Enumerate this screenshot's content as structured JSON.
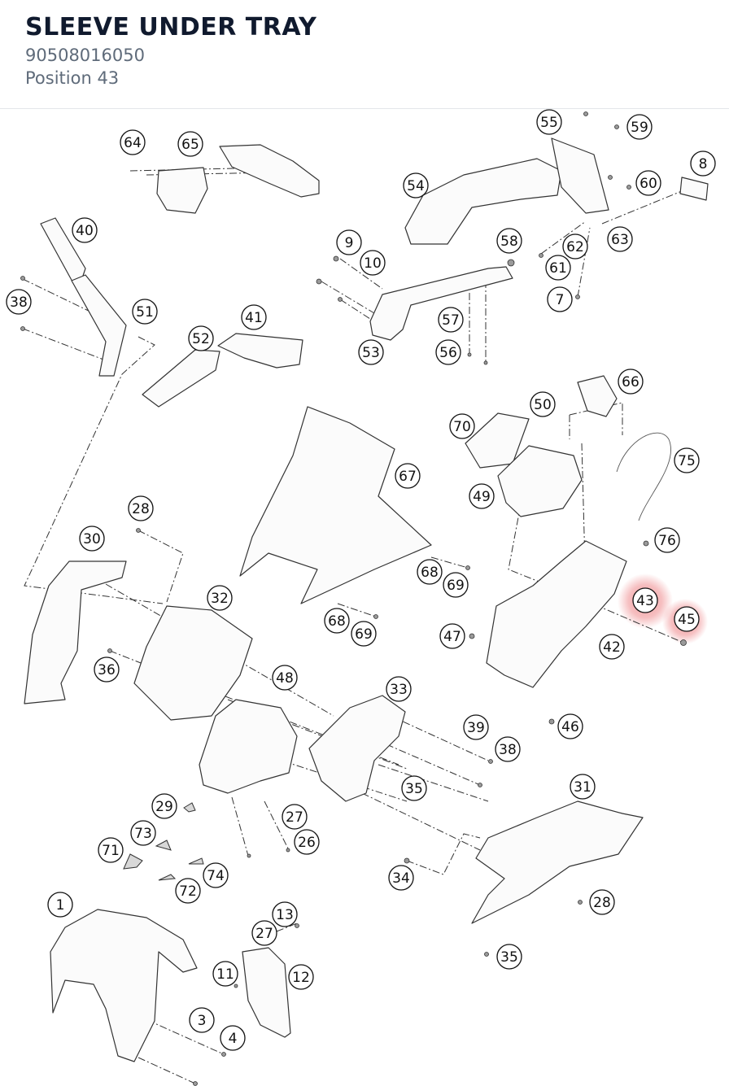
{
  "header": {
    "title": "SLEEVE UNDER TRAY",
    "part_number": "90508016050",
    "position_label": "Position 43"
  },
  "highlight": {
    "color": "#e5484d",
    "positions": [
      "43",
      "45"
    ]
  },
  "callouts": [
    {
      "id": "1",
      "name": "callout-1"
    },
    {
      "id": "3",
      "name": "callout-3"
    },
    {
      "id": "4",
      "name": "callout-4"
    },
    {
      "id": "7",
      "name": "callout-7"
    },
    {
      "id": "8",
      "name": "callout-8"
    },
    {
      "id": "9",
      "name": "callout-9"
    },
    {
      "id": "10",
      "name": "callout-10"
    },
    {
      "id": "11",
      "name": "callout-11"
    },
    {
      "id": "12",
      "name": "callout-12"
    },
    {
      "id": "13",
      "name": "callout-13"
    },
    {
      "id": "26",
      "name": "callout-26"
    },
    {
      "id": "27",
      "name": "callout-27-a"
    },
    {
      "id": "27",
      "name": "callout-27-b"
    },
    {
      "id": "28",
      "name": "callout-28-a"
    },
    {
      "id": "28",
      "name": "callout-28-b"
    },
    {
      "id": "29",
      "name": "callout-29"
    },
    {
      "id": "30",
      "name": "callout-30"
    },
    {
      "id": "31",
      "name": "callout-31"
    },
    {
      "id": "32",
      "name": "callout-32"
    },
    {
      "id": "33",
      "name": "callout-33"
    },
    {
      "id": "34",
      "name": "callout-34"
    },
    {
      "id": "35",
      "name": "callout-35-a"
    },
    {
      "id": "35",
      "name": "callout-35-b"
    },
    {
      "id": "36",
      "name": "callout-36"
    },
    {
      "id": "38",
      "name": "callout-38-a"
    },
    {
      "id": "38",
      "name": "callout-38-b"
    },
    {
      "id": "39",
      "name": "callout-39"
    },
    {
      "id": "40",
      "name": "callout-40"
    },
    {
      "id": "41",
      "name": "callout-41"
    },
    {
      "id": "42",
      "name": "callout-42"
    },
    {
      "id": "43",
      "name": "callout-43"
    },
    {
      "id": "45",
      "name": "callout-45"
    },
    {
      "id": "46",
      "name": "callout-46"
    },
    {
      "id": "47",
      "name": "callout-47"
    },
    {
      "id": "48",
      "name": "callout-48"
    },
    {
      "id": "49",
      "name": "callout-49"
    },
    {
      "id": "50",
      "name": "callout-50"
    },
    {
      "id": "51",
      "name": "callout-51"
    },
    {
      "id": "52",
      "name": "callout-52"
    },
    {
      "id": "53",
      "name": "callout-53"
    },
    {
      "id": "54",
      "name": "callout-54"
    },
    {
      "id": "55",
      "name": "callout-55"
    },
    {
      "id": "56",
      "name": "callout-56"
    },
    {
      "id": "57",
      "name": "callout-57"
    },
    {
      "id": "58",
      "name": "callout-58"
    },
    {
      "id": "59",
      "name": "callout-59"
    },
    {
      "id": "60",
      "name": "callout-60"
    },
    {
      "id": "61",
      "name": "callout-61"
    },
    {
      "id": "62",
      "name": "callout-62"
    },
    {
      "id": "63",
      "name": "callout-63"
    },
    {
      "id": "64",
      "name": "callout-64"
    },
    {
      "id": "65",
      "name": "callout-65"
    },
    {
      "id": "66",
      "name": "callout-66"
    },
    {
      "id": "67",
      "name": "callout-67"
    },
    {
      "id": "68",
      "name": "callout-68-a"
    },
    {
      "id": "68",
      "name": "callout-68-b"
    },
    {
      "id": "69",
      "name": "callout-69-a"
    },
    {
      "id": "69",
      "name": "callout-69-b"
    },
    {
      "id": "70",
      "name": "callout-70"
    },
    {
      "id": "71",
      "name": "callout-71"
    },
    {
      "id": "72",
      "name": "callout-72"
    },
    {
      "id": "73",
      "name": "callout-73"
    },
    {
      "id": "74",
      "name": "callout-74"
    },
    {
      "id": "75",
      "name": "callout-75"
    },
    {
      "id": "76",
      "name": "callout-76"
    }
  ]
}
